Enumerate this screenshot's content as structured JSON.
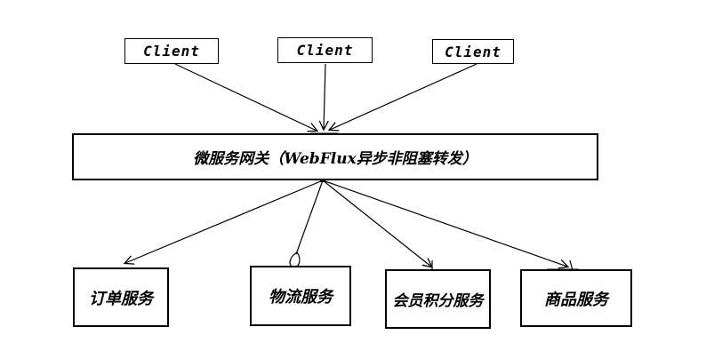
{
  "diagram": {
    "clients": [
      {
        "label": "Client"
      },
      {
        "label": "Client"
      },
      {
        "label": "Client"
      }
    ],
    "gateway": {
      "label": "微服务网关（WebFlux异步非阻塞转发）"
    },
    "services": [
      {
        "label": "订单服务"
      },
      {
        "label": "物流服务"
      },
      {
        "label": "会员积分服务"
      },
      {
        "label": "商品服务"
      }
    ],
    "colors": {
      "line": "#000000",
      "box_border": "#000000",
      "box_fill": "#ffffff",
      "background": "#ffffff",
      "text": "#000000"
    }
  }
}
